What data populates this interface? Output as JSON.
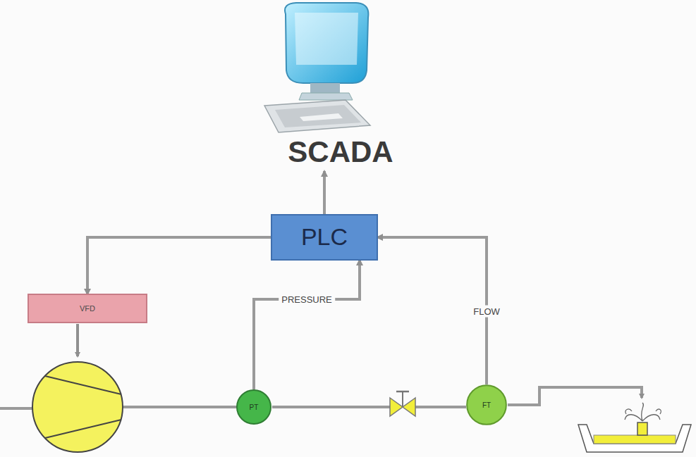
{
  "diagram": {
    "nodes": [
      {
        "text": [
          "SCADA"
        ]
      },
      {
        "text": [
          "PLC"
        ]
      },
      {
        "text": [
          "VFD"
        ]
      },
      {
        "text": [
          "PT"
        ]
      },
      {
        "text": [
          "FT"
        ]
      }
    ],
    "edges": [
      {
        "from": 1,
        "to": 0,
        "arrow": "to"
      },
      {
        "from": 1,
        "to": 2,
        "arrow": "to"
      },
      {
        "from": 3,
        "to": 1,
        "label": "PRESSURE",
        "arrow": "to"
      },
      {
        "from": 4,
        "to": 1,
        "label": "FLOW",
        "arrow": "to"
      }
    ]
  }
}
